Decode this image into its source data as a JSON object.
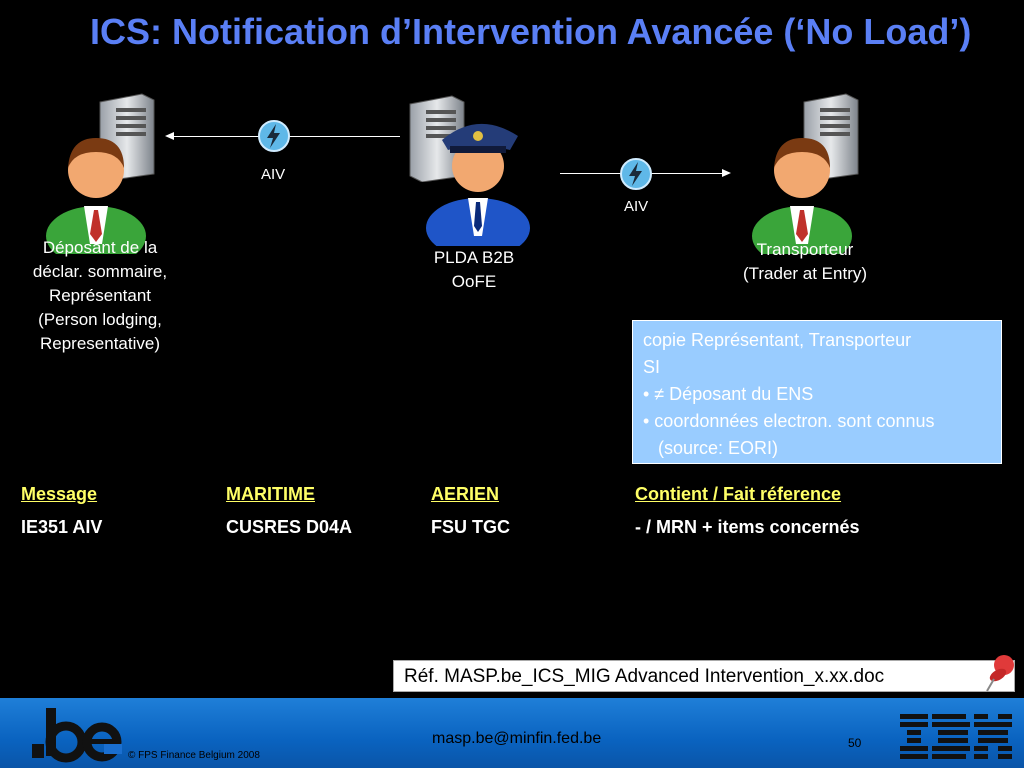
{
  "slide": {
    "title": "ICS: Notification d’Intervention Avancée (‘No Load’)"
  },
  "actors": {
    "left": {
      "lines": [
        "Déposant de la",
        "déclar. sommaire,",
        "Représentant",
        "(Person lodging,",
        "Representative)"
      ]
    },
    "center": {
      "lines": [
        "PLDA B2B",
        "OoFE"
      ]
    },
    "right": {
      "lines": [
        "Transporteur",
        "(Trader at Entry)"
      ]
    }
  },
  "messages": {
    "left_label": "AIV",
    "right_label": "AIV"
  },
  "note": {
    "lines": [
      "copie Représentant, Transporteur",
      "SI",
      "• ≠ Déposant du ENS",
      "• coordonnées electron. sont connus",
      "   (source: EORI)"
    ],
    "bg_color": "#99ccff"
  },
  "table": {
    "headers": [
      "Message",
      "MARITIME",
      "AERIEN",
      "Contient / Fait réference"
    ],
    "row": [
      "IE351 AIV",
      "CUSRES D04A",
      "FSU TGC",
      "- / MRN + items concernés"
    ],
    "header_color": "#ffff66"
  },
  "reference": {
    "text": "Réf. MASP.be_ICS_MIG Advanced Intervention_x.xx.doc"
  },
  "footer": {
    "logo_text": ".be",
    "copyright": "© FPS Finance Belgium 2008",
    "email": "masp.be@minfin.fed.be",
    "page": "50",
    "brand_logo": "IBM"
  },
  "colors": {
    "title": "#5a7ff5",
    "footer": "#1f7fd8",
    "background": "#000000"
  }
}
